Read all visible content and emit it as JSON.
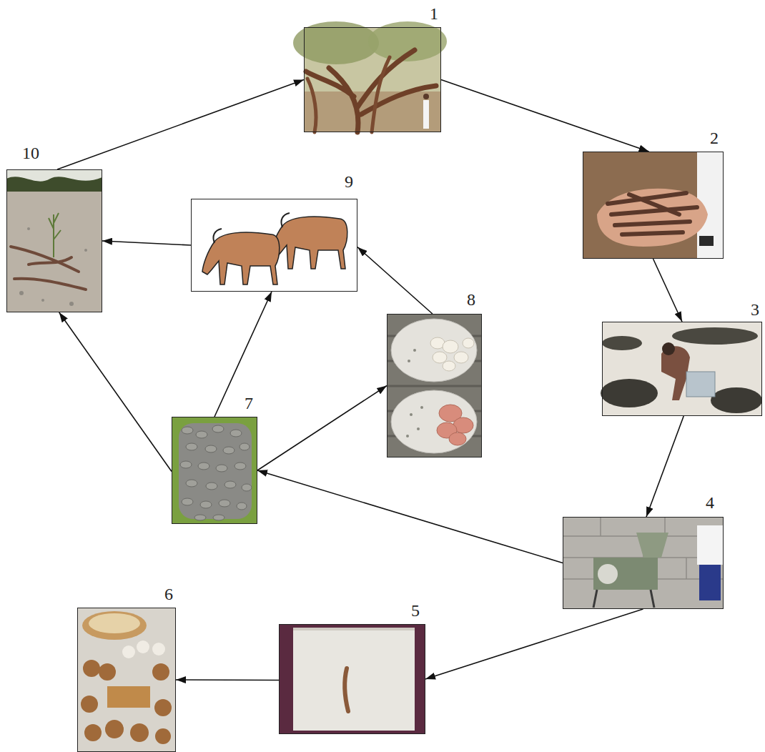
{
  "diagram": {
    "nodes": [
      {
        "text": [
          "1"
        ]
      },
      {
        "text": [
          "2"
        ]
      },
      {
        "text": [
          "3"
        ]
      },
      {
        "text": [
          "4"
        ]
      },
      {
        "text": [
          "5"
        ]
      },
      {
        "text": [
          "6"
        ]
      },
      {
        "text": [
          "7"
        ]
      },
      {
        "text": [
          "8"
        ]
      },
      {
        "text": [
          "9"
        ]
      },
      {
        "text": [
          "10"
        ]
      }
    ],
    "edges": [
      {
        "from": 0,
        "to": 1,
        "arrow": "to"
      },
      {
        "from": 1,
        "to": 2,
        "arrow": "to"
      },
      {
        "from": 2,
        "to": 3,
        "arrow": "to"
      },
      {
        "from": 3,
        "to": 4,
        "arrow": "to"
      },
      {
        "from": 4,
        "to": 5,
        "arrow": "to"
      },
      {
        "from": 3,
        "to": 6,
        "arrow": "to"
      },
      {
        "from": 6,
        "to": 7,
        "arrow": "to"
      },
      {
        "from": 6,
        "to": 8,
        "arrow": "to"
      },
      {
        "from": 6,
        "to": 9,
        "arrow": "to"
      },
      {
        "from": 7,
        "to": 8,
        "arrow": "to"
      },
      {
        "from": 8,
        "to": 9,
        "arrow": "to"
      },
      {
        "from": 9,
        "to": 0,
        "arrow": "to"
      }
    ]
  }
}
